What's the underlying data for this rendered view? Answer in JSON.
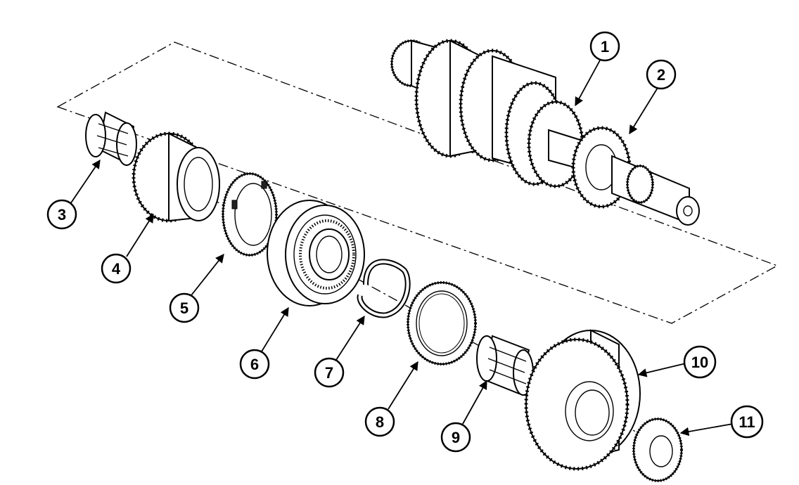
{
  "callouts": [
    {
      "id": 1,
      "label": "1"
    },
    {
      "id": 2,
      "label": "2"
    },
    {
      "id": 3,
      "label": "3"
    },
    {
      "id": 4,
      "label": "4"
    },
    {
      "id": 5,
      "label": "5"
    },
    {
      "id": 6,
      "label": "6"
    },
    {
      "id": 7,
      "label": "7"
    },
    {
      "id": 8,
      "label": "8"
    },
    {
      "id": 9,
      "label": "9"
    },
    {
      "id": 10,
      "label": "10"
    },
    {
      "id": 11,
      "label": "11"
    }
  ],
  "colors": {
    "line": "#000000",
    "background": "#ffffff"
  }
}
